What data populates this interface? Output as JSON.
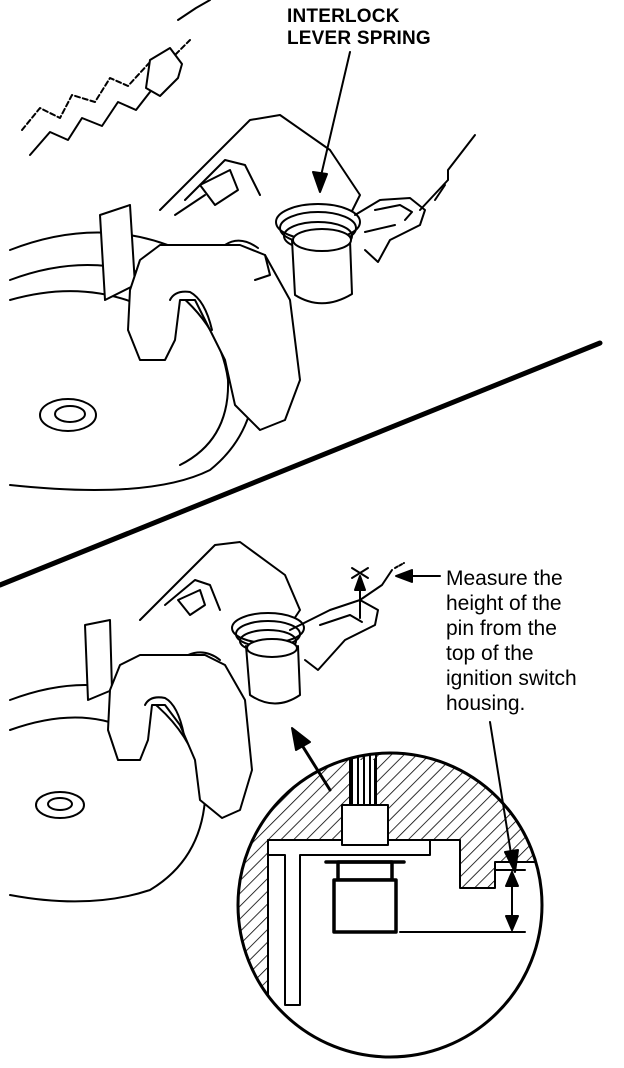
{
  "callout_top": {
    "lines": [
      "INTERLOCK",
      "LEVER SPRING"
    ]
  },
  "callout_measure": {
    "lines": [
      "Measure the",
      "height of the",
      "pin from the",
      "top of the",
      "ignition switch",
      "housing."
    ]
  },
  "colors": {
    "ink": "#000000",
    "paper": "#ffffff"
  }
}
